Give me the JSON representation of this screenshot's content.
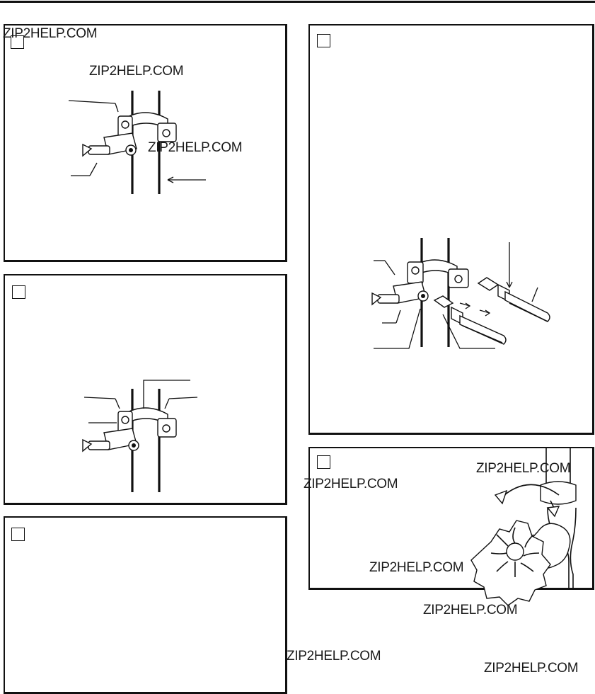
{
  "document": {
    "watermarks": [
      "ZIP2HELP.COM",
      "ZIP2HELP.COM",
      "ZIP2HELP.COM",
      "ZIP2HELP.COM",
      "ZIP2HELP.COM",
      "ZIP2HELP.COM",
      "ZIP2HELP.COM",
      "ZIP2HELP.COM",
      "ZIP2HELP.COM"
    ]
  },
  "panels": [
    {
      "id": "panel-1",
      "illustration": "saddle-valve-clamp"
    },
    {
      "id": "panel-2",
      "illustration": "saddle-valve-clamp-with-gasket"
    },
    {
      "id": "panel-3",
      "illustration": "blank"
    },
    {
      "id": "panel-4",
      "illustration": "compression-fitting-tubing"
    },
    {
      "id": "panel-5",
      "illustration": "water-shutoff-valve"
    }
  ]
}
